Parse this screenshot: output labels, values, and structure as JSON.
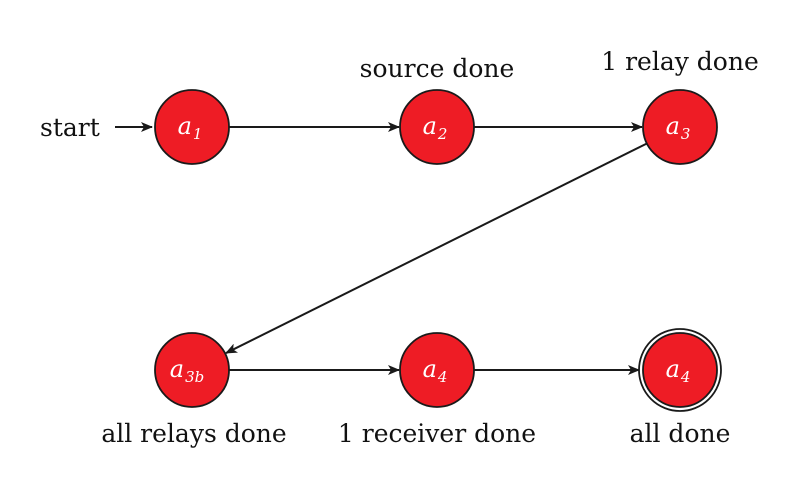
{
  "colors": {
    "node_fill": "#ee1c25",
    "node_stroke": "#1a1a1a",
    "edge": "#1a1a1a",
    "node_text": "#ffffff"
  },
  "start_label": "start",
  "nodes": [
    {
      "id": "a1",
      "base": "a",
      "sub": "1",
      "caption": "",
      "accepting": false
    },
    {
      "id": "a2",
      "base": "a",
      "sub": "2",
      "caption": "source done",
      "accepting": false
    },
    {
      "id": "a3",
      "base": "a",
      "sub": "3",
      "caption": "1 relay done",
      "accepting": false
    },
    {
      "id": "a3b",
      "base": "a",
      "sub": "3b",
      "caption": "all relays done",
      "accepting": false
    },
    {
      "id": "a4",
      "base": "a",
      "sub": "4",
      "caption": "1 receiver done",
      "accepting": false
    },
    {
      "id": "a4f",
      "base": "a",
      "sub": "4",
      "caption": "all done",
      "accepting": true
    }
  ],
  "edges": [
    {
      "from": "a1",
      "to": "a2"
    },
    {
      "from": "a2",
      "to": "a3"
    },
    {
      "from": "a3",
      "to": "a3b"
    },
    {
      "from": "a3b",
      "to": "a4"
    },
    {
      "from": "a4",
      "to": "a4f"
    }
  ]
}
